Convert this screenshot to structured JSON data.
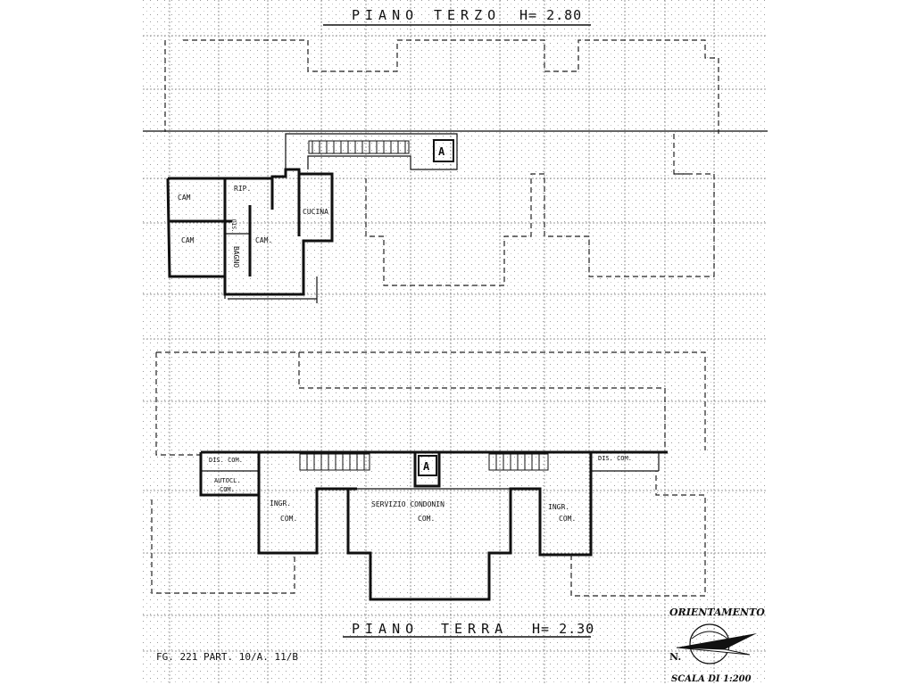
{
  "floors": {
    "third": {
      "title": "PIANO",
      "name": "TERZO",
      "height": "H= 2.80",
      "rooms": {
        "cam1": "CAM",
        "cam2": "CAM",
        "cam3": "CAM.",
        "rip": "RIP.",
        "dis": "DIS.",
        "bagno": "BAGNO",
        "cucina": "CUCINA",
        "elevator": "A"
      }
    },
    "ground": {
      "title": "PIANO",
      "name": "TERRA",
      "height": "H= 2.30",
      "rooms": {
        "dis_com_left": "DIS. COM.",
        "autorim_line1": "AUTOCL.",
        "autorim_line2": "COM.",
        "ingr_left_line1": "INGR.",
        "ingr_left_line2": "COM.",
        "servizio_line1": "SERVIZIO CONDONIN",
        "servizio_line2": "COM.",
        "ingr_right_line1": "INGR.",
        "ingr_right_line2": "COM.",
        "dis_com_right": "DIS. COM.",
        "elevator": "A"
      }
    }
  },
  "cadastral_ref": "FG. 221  PART. 10/A.  11/B",
  "orientation": {
    "label": "ORIENTAMENTO",
    "north": "N.",
    "scale": "SCALA DI 1:200"
  },
  "colors": {
    "ink": "#111111",
    "grid": "#8a8a8a",
    "paper": "#ffffff"
  }
}
